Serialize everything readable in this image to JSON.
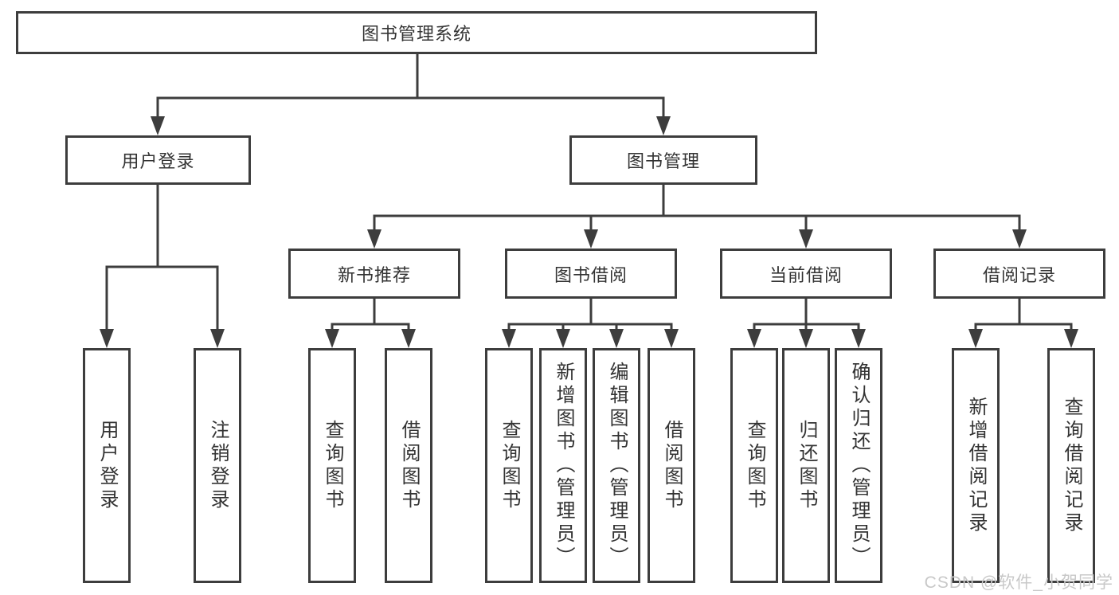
{
  "tree": {
    "root": {
      "label": "图书管理系统"
    },
    "branches": [
      {
        "label": "用户登录",
        "children": [
          {
            "label": "用户登录"
          },
          {
            "label": "注销登录"
          }
        ]
      },
      {
        "label": "图书管理",
        "sections": [
          {
            "label": "新书推荐",
            "children": [
              {
                "label": "查询图书"
              },
              {
                "label": "借阅图书"
              }
            ]
          },
          {
            "label": "图书借阅",
            "children": [
              {
                "label": "查询图书"
              },
              {
                "label": "新增图书（管理员）"
              },
              {
                "label": "编辑图书（管理员）"
              },
              {
                "label": "借阅图书"
              }
            ]
          },
          {
            "label": "当前借阅",
            "children": [
              {
                "label": "查询图书"
              },
              {
                "label": "归还图书"
              },
              {
                "label": "确认归还（管理员）"
              }
            ]
          },
          {
            "label": "借阅记录",
            "children": [
              {
                "label": "新增借阅记录"
              },
              {
                "label": "查询借阅记录"
              }
            ]
          }
        ]
      }
    ]
  },
  "watermark": {
    "text": "CSDN @软件_小贺同学"
  },
  "colors": {
    "line": "#3d3d3d",
    "text": "#333333",
    "watermark": "#c8c8c8",
    "bg": "#ffffff"
  }
}
